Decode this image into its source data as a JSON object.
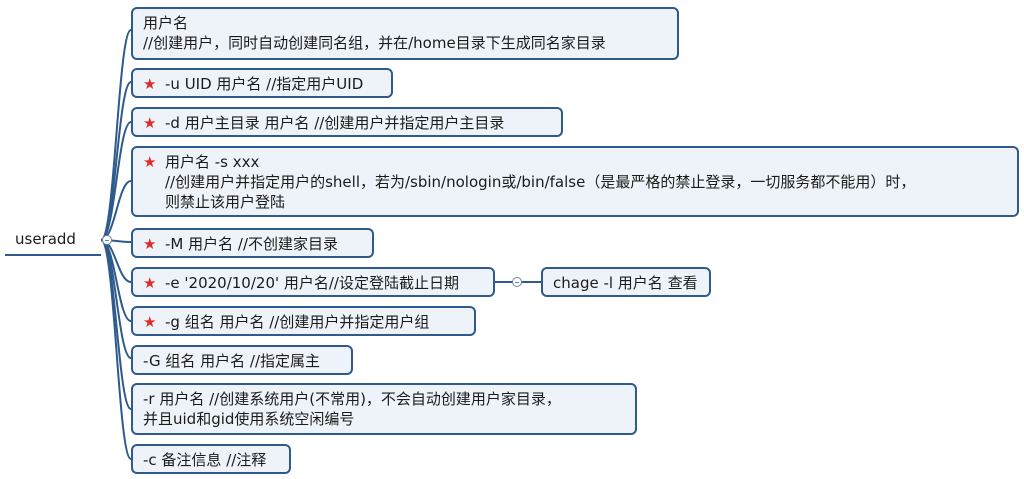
{
  "root": {
    "label": "useradd"
  },
  "branches": [
    {
      "id": "b1",
      "starred": false,
      "lines": [
        "用户名",
        "//创建用户，同时自动创建同名组，并在/home目录下生成同名家目录"
      ]
    },
    {
      "id": "b2",
      "starred": true,
      "lines": [
        "-u UID 用户名 //指定用户UID"
      ]
    },
    {
      "id": "b3",
      "starred": true,
      "lines": [
        "-d 用户主目录 用户名 //创建用户并指定用户主目录"
      ]
    },
    {
      "id": "b4",
      "starred": true,
      "lines": [
        "用户名 -s xxx",
        "//创建用户并指定用户的shell，若为/sbin/nologin或/bin/false（是最严格的禁止登录，一切服务都不能用）时，",
        "则禁止该用户登陆"
      ]
    },
    {
      "id": "b5",
      "starred": true,
      "lines": [
        "-M 用户名 //不创建家目录"
      ]
    },
    {
      "id": "b6",
      "starred": true,
      "lines": [
        "-e '2020/10/20' 用户名//设定登陆截止日期"
      ]
    },
    {
      "id": "b7",
      "starred": true,
      "lines": [
        "-g 组名 用户名 //创建用户并指定用户组"
      ]
    },
    {
      "id": "b8",
      "starred": false,
      "lines": [
        "-G 组名 用户名 //指定属主"
      ]
    },
    {
      "id": "b9",
      "starred": false,
      "lines": [
        "-r 用户名 //创建系统用户(不常用)，不会自动创建用户家目录，",
        "并且uid和gid使用系统空闲编号"
      ]
    },
    {
      "id": "b10",
      "starred": false,
      "lines": [
        "-c 备注信息 //注释"
      ]
    }
  ],
  "sub_branches": [
    {
      "parent": "b6",
      "lines": [
        "chage -l 用户名 查看"
      ]
    }
  ],
  "colors": {
    "line": "#2e5a8c",
    "star": "#e02b2b",
    "node_fill": "#eef3f9"
  }
}
